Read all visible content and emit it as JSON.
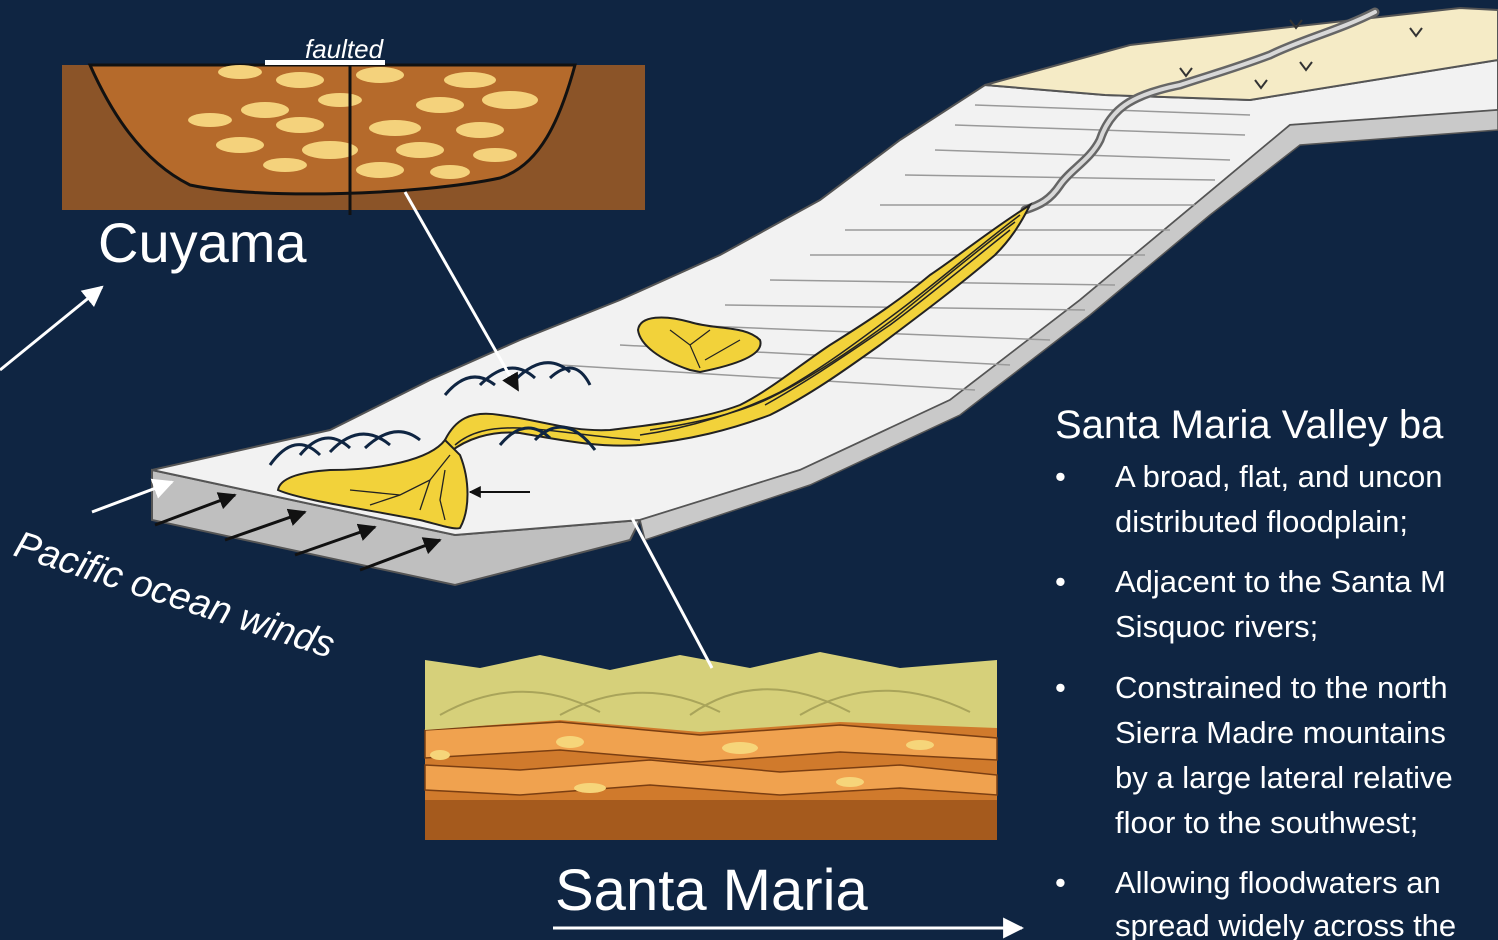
{
  "labels": {
    "faulted": "faulted",
    "cuyama": "Cuyama",
    "santa_maria": "Santa Maria",
    "pacific_winds": "Pacific ocean winds"
  },
  "panel": {
    "title": "Santa Maria Valley ba",
    "bullets": [
      {
        "lines": [
          "A broad, flat, and uncon",
          "distributed floodplain;"
        ]
      },
      {
        "lines": [
          "Adjacent to the Santa M",
          "Sisquoc rivers;"
        ]
      },
      {
        "lines": [
          "Constrained to the north",
          "Sierra Madre mountains",
          "by a large lateral relative",
          "floor to the southwest;"
        ]
      },
      {
        "lines": [
          "Allowing floodwaters an",
          "spread widely across the"
        ]
      }
    ],
    "bullet_glyph": "•"
  },
  "colors": {
    "background": "#0f2542",
    "fan_yellow": "#f2d23a",
    "slab_white": "#f2f2f2",
    "upland": "#f5ebc6",
    "cuyama_brown": "#9b5a24",
    "santa_maria_orange": "#e7953f"
  }
}
